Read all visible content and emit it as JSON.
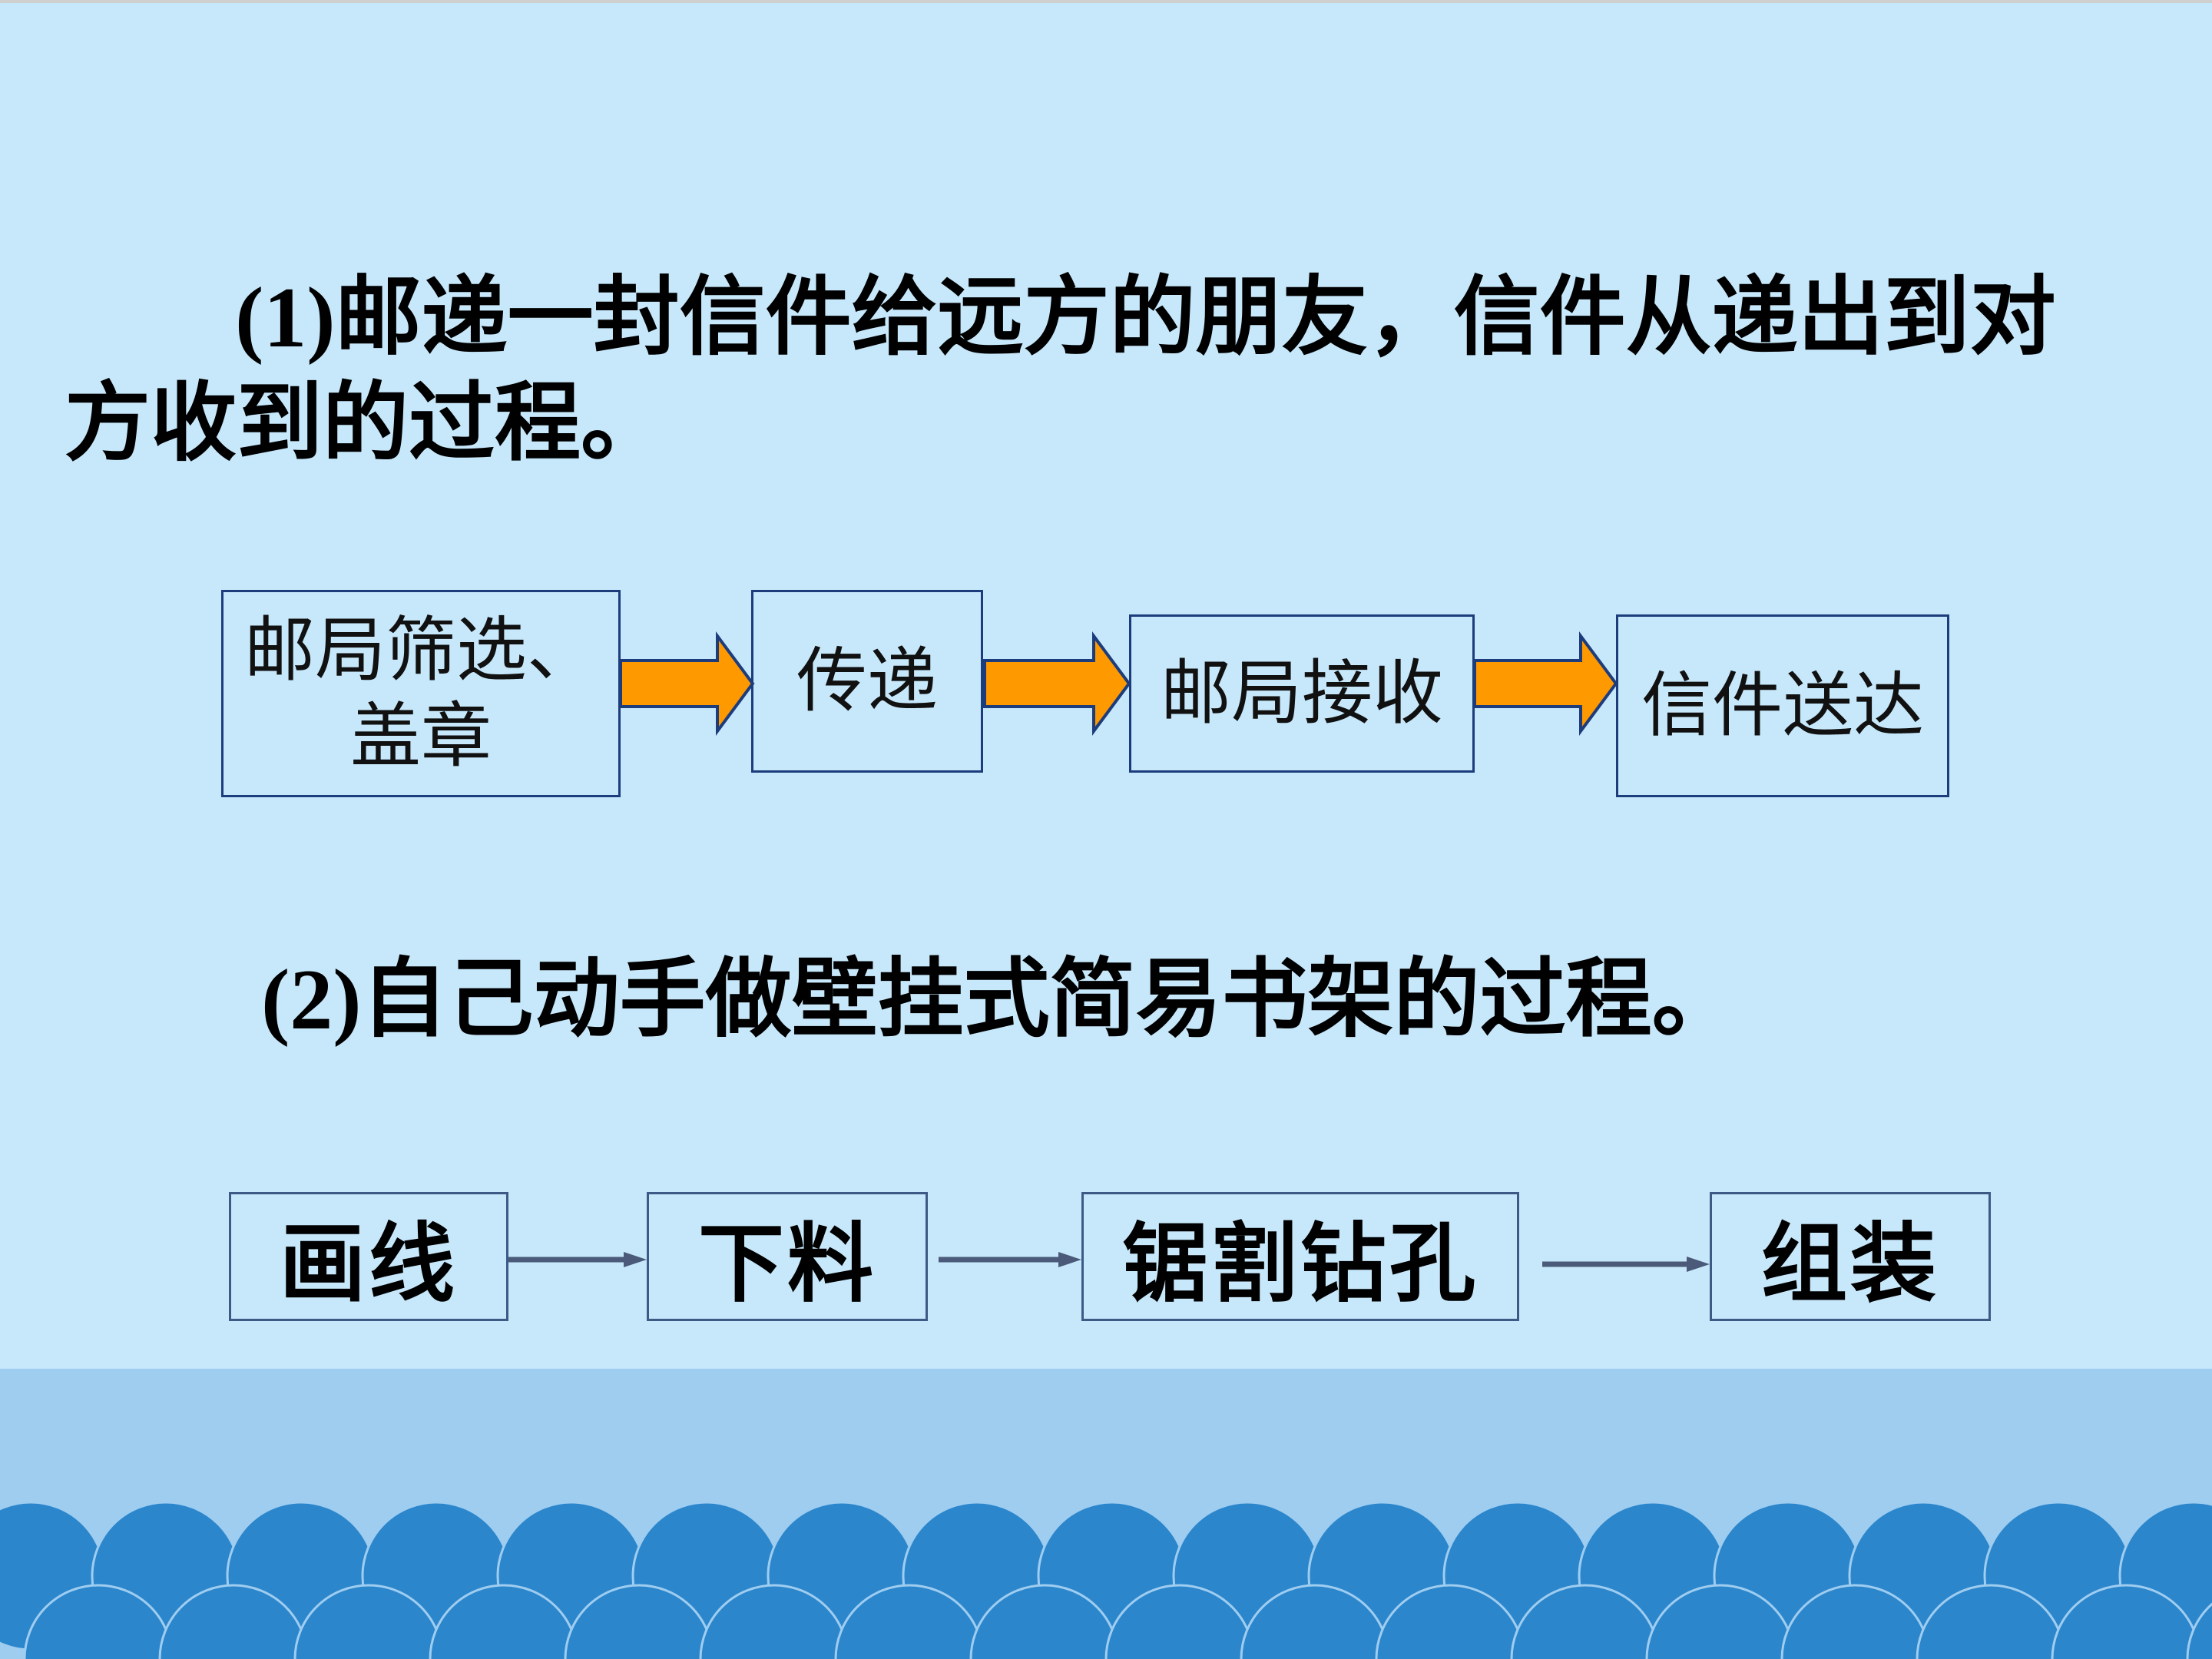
{
  "section1": {
    "number": "(1)",
    "text_line1": "邮递一封信件给远方的朋友，信件从递出到对",
    "text_line2": "方收到的过程。"
  },
  "flow1": {
    "steps": [
      {
        "line1": "邮局筛选、",
        "line2": "盖章"
      },
      {
        "line1": "传递"
      },
      {
        "line1": "邮局接收"
      },
      {
        "line1": "信件送达"
      }
    ],
    "arrow_fill": "#ff9900",
    "arrow_stroke": "#1c3c7c"
  },
  "section2": {
    "number": "(2)",
    "text": "自己动手做壁挂式简易书架的过程。"
  },
  "flow2": {
    "steps": [
      "画线",
      "下料",
      "锯割钻孔",
      "组装"
    ],
    "arrow_color": "#4a5a78"
  },
  "colors": {
    "background": "#c7e8fb",
    "footer_band": "#9fcdf0",
    "wave": "#2b86cc"
  }
}
